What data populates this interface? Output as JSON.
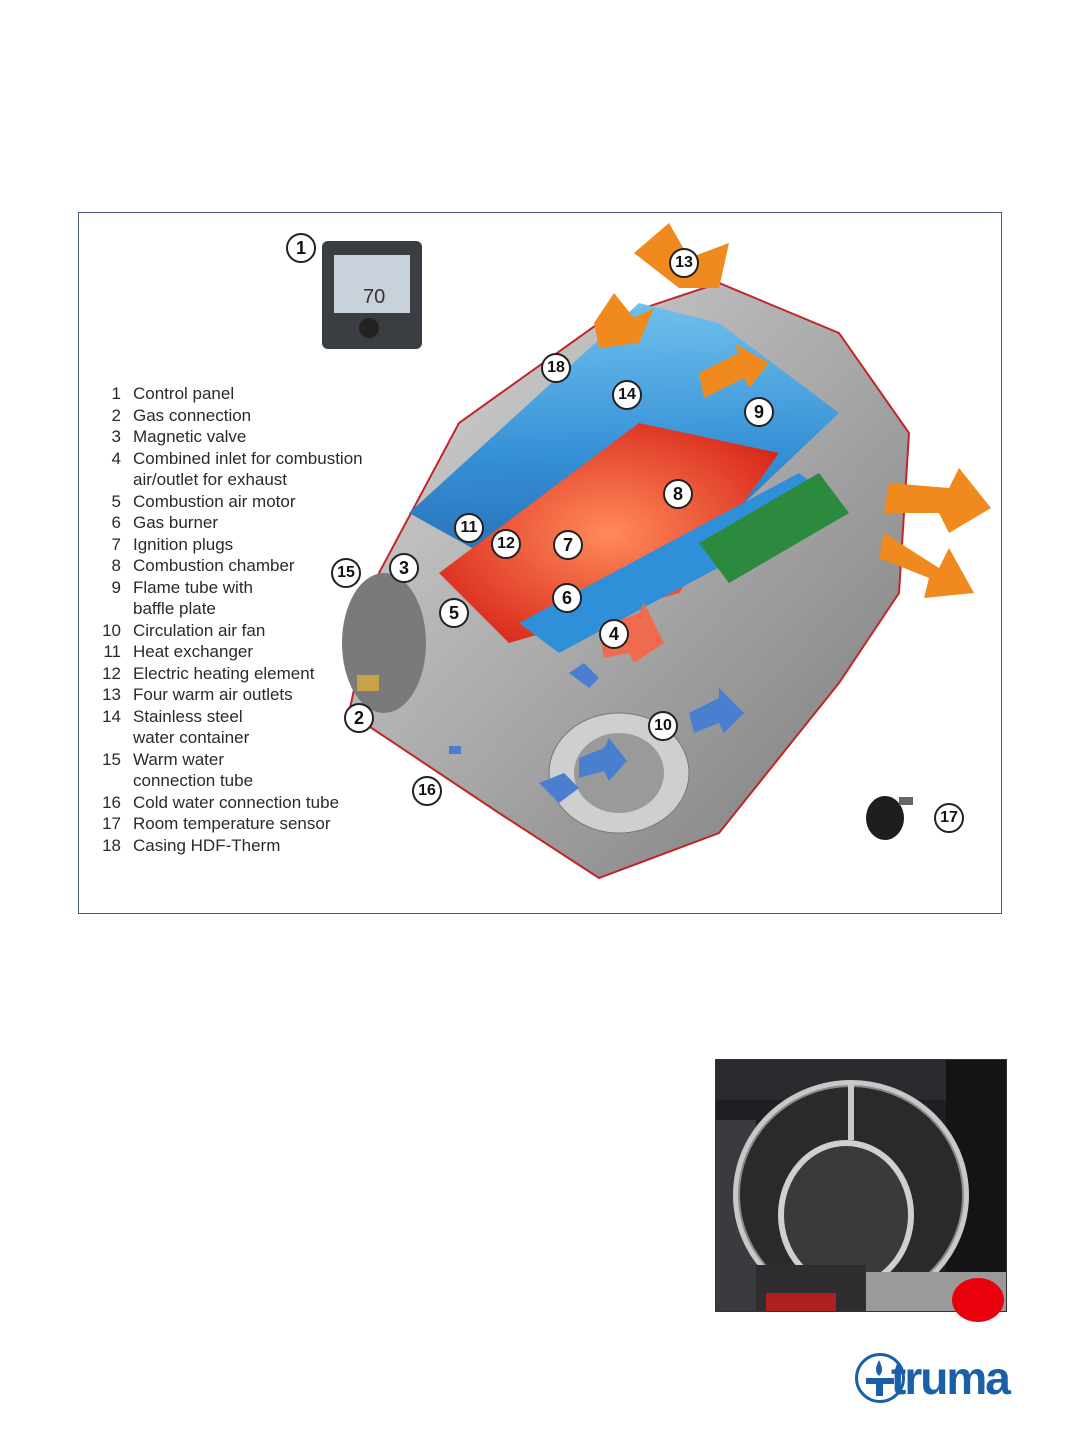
{
  "diagram": {
    "legend": [
      {
        "num": "1",
        "label": "Control panel"
      },
      {
        "num": "2",
        "label": "Gas connection"
      },
      {
        "num": "3",
        "label": "Magnetic valve"
      },
      {
        "num": "4",
        "label": "Combined inlet for combustion\nair/outlet for exhaust"
      },
      {
        "num": "5",
        "label": "Combustion air motor"
      },
      {
        "num": "6",
        "label": "Gas burner"
      },
      {
        "num": "7",
        "label": "Ignition plugs"
      },
      {
        "num": "8",
        "label": "Combustion chamber"
      },
      {
        "num": "9",
        "label": "Flame tube with\nbaffle plate"
      },
      {
        "num": "10",
        "label": "Circulation air fan"
      },
      {
        "num": "11",
        "label": "Heat exchanger"
      },
      {
        "num": "12",
        "label": "Electric heating element"
      },
      {
        "num": "13",
        "label": "Four warm air outlets"
      },
      {
        "num": "14",
        "label": "Stainless steel\nwater container"
      },
      {
        "num": "15",
        "label": "Warm water\nconnection tube"
      },
      {
        "num": "16",
        "label": "Cold water connection tube"
      },
      {
        "num": "17",
        "label": "Room temperature sensor"
      },
      {
        "num": "18",
        "label": "Casing HDF-Therm"
      }
    ],
    "callouts": [
      "1",
      "2",
      "3",
      "4",
      "5",
      "6",
      "7",
      "8",
      "9",
      "10",
      "11",
      "12",
      "13",
      "14",
      "15",
      "16",
      "17",
      "18"
    ],
    "control_panel_display": "70"
  },
  "logo": {
    "text": "truma",
    "color": "#1a5fa8"
  },
  "colors": {
    "arrow": "#f08a1e",
    "tank": "#2f8fd8",
    "chamber": "#e8321e",
    "casing": "#9a9a9a",
    "marker": "#e8000a"
  }
}
